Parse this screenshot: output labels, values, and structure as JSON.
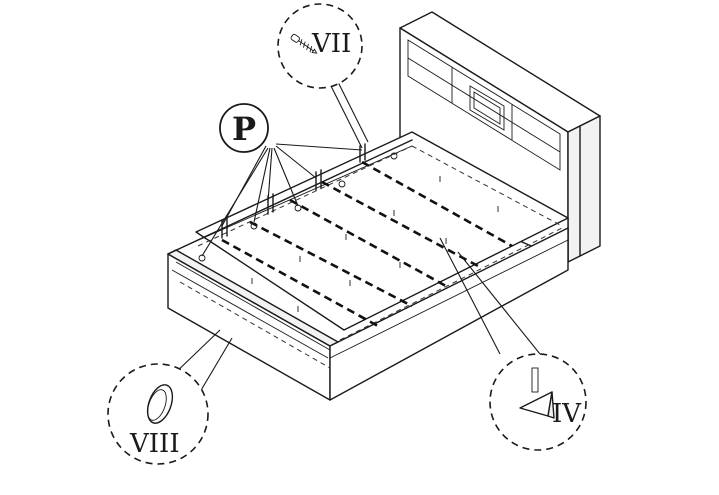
{
  "labels": {
    "screw_part": "VII",
    "bolt_part": "P",
    "cap_part": "VIII",
    "bracket_part": "IV"
  },
  "colors": {
    "line": "#1a1a1a",
    "background": "#ffffff"
  },
  "icons": [
    "screw-icon",
    "cap-disc-icon",
    "corner-bracket-icon"
  ]
}
